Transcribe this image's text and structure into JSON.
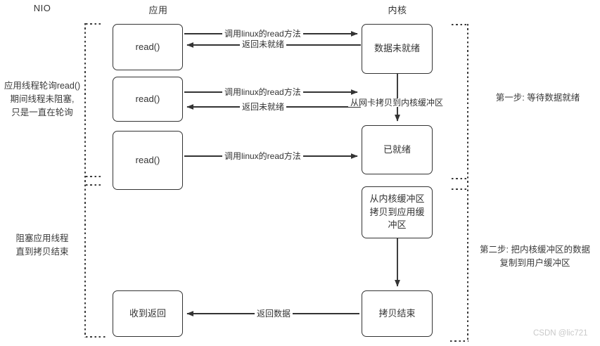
{
  "diagram": {
    "title": "NIO",
    "watermark": "CSDN @lic721",
    "columns": {
      "left_title": "NIO",
      "app_title": "应用",
      "kernel_title": "内核"
    },
    "app_nodes": [
      {
        "id": "read1",
        "label": "read()"
      },
      {
        "id": "read2",
        "label": "read()"
      },
      {
        "id": "read3",
        "label": "read()"
      },
      {
        "id": "recv",
        "label": "收到返回"
      }
    ],
    "kernel_nodes": [
      {
        "id": "notready",
        "label": "数据未就绪"
      },
      {
        "id": "ready",
        "label": "已就绪"
      },
      {
        "id": "copying",
        "label": "从内核缓冲区\n拷贝到应用缓\n冲区"
      },
      {
        "id": "copydone",
        "label": "拷贝结束"
      }
    ],
    "edge_labels": {
      "call1": "调用linux的read方法",
      "ret1": "返回未就绪",
      "call2": "调用linux的read方法",
      "ret2": "返回未就绪",
      "call3": "调用linux的read方法",
      "nic_copy": "从网卡拷贝到内核缓冲区",
      "return_data": "返回数据"
    },
    "side_notes": {
      "left_top": "应用线程轮询read()\n期间线程未阻塞,\n只是一直在轮询",
      "left_bottom": "阻塞应用线程\n直到拷贝结束",
      "right_top": "第一步: 等待数据就绪",
      "right_bottom": "第二步: 把内核缓冲区的数据\n复制到用户缓冲区"
    },
    "colors": {
      "stroke": "#333333",
      "text": "#333333",
      "background": "#ffffff",
      "dotted": "#3b3b3b",
      "watermark": "#c9c9c9"
    }
  }
}
